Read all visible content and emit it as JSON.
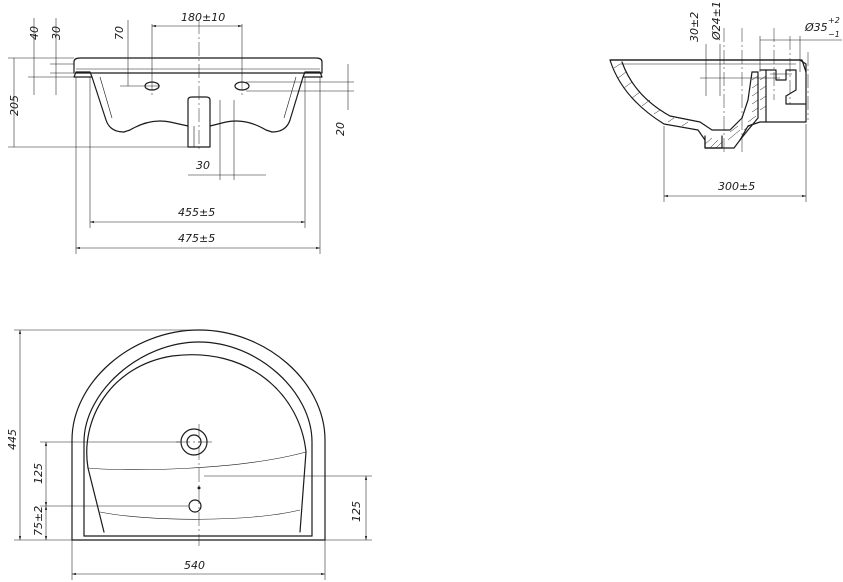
{
  "front_view": {
    "dims": {
      "d40": "40",
      "d30_top": "30",
      "d70": "70",
      "d180": "180±10",
      "d205": "205",
      "d20": "20",
      "d30_bottom": "30",
      "d455": "455±5",
      "d475": "475±5"
    }
  },
  "side_view": {
    "dims": {
      "d30": "30±2",
      "d24": "Ø24±1",
      "d35": "Ø35",
      "d35_tol_upper": "+2",
      "d35_tol_lower": "−1",
      "d300": "300±5"
    }
  },
  "top_view": {
    "dims": {
      "d445": "445",
      "d125_left": "125",
      "d75": "75±2",
      "d125_right": "125",
      "d540": "540"
    }
  },
  "colors": {
    "line": "#1a1a1a",
    "background": "#ffffff"
  }
}
